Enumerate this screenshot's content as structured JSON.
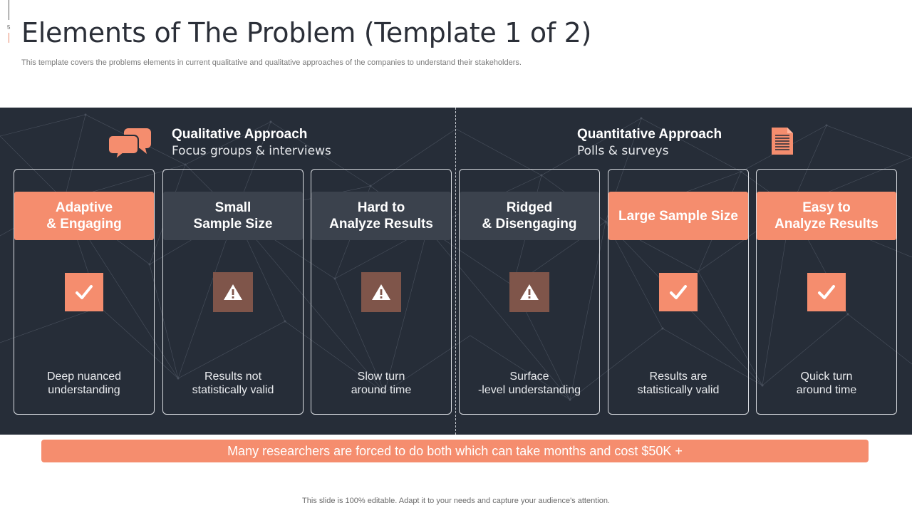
{
  "slide": {
    "number": "5",
    "title": "Elements of The Problem (Template  1 of 2)",
    "subtitle": "This template covers the problems elements in current qualitative and qualitative approaches of the companies to understand their stakeholders."
  },
  "left_approach": {
    "title": "Qualitative Approach",
    "subtitle": "Focus groups  & interviews",
    "icon": "chat-bubbles-icon"
  },
  "right_approach": {
    "title": "Quantitative Approach",
    "subtitle": "Polls & surveys",
    "icon": "document-icon"
  },
  "cards": [
    {
      "heading": "Adaptive\n& Engaging",
      "type": "positive",
      "icon": "check-icon",
      "description": "Deep nuanced\nunderstanding"
    },
    {
      "heading": "Small\nSample Size",
      "type": "negative",
      "icon": "warning-icon",
      "description": "Results  not\nstatistically valid"
    },
    {
      "heading": "Hard to\nAnalyze Results",
      "type": "negative",
      "icon": "warning-icon",
      "description": "Slow turn\naround time"
    },
    {
      "heading": "Ridged\n& Disengaging",
      "type": "negative",
      "icon": "warning-icon",
      "description": "Surface\n-level understanding"
    },
    {
      "heading": "Large Sample Size",
      "type": "positive",
      "icon": "check-icon",
      "description": "Results are\nstatistically valid"
    },
    {
      "heading": "Easy to\nAnalyze Results",
      "type": "positive",
      "icon": "check-icon",
      "description": "Quick turn\naround time"
    }
  ],
  "banner": "Many researchers are forced to do both which can take months and cost $50K +",
  "footnote": "This slide is 100% editable.  Adapt it to your needs and capture your audience's attention.",
  "colors": {
    "accent": "#f58d6e",
    "panel": "#262d38",
    "negative_badge": "#7f554a",
    "negative_head": "#3b424d"
  }
}
